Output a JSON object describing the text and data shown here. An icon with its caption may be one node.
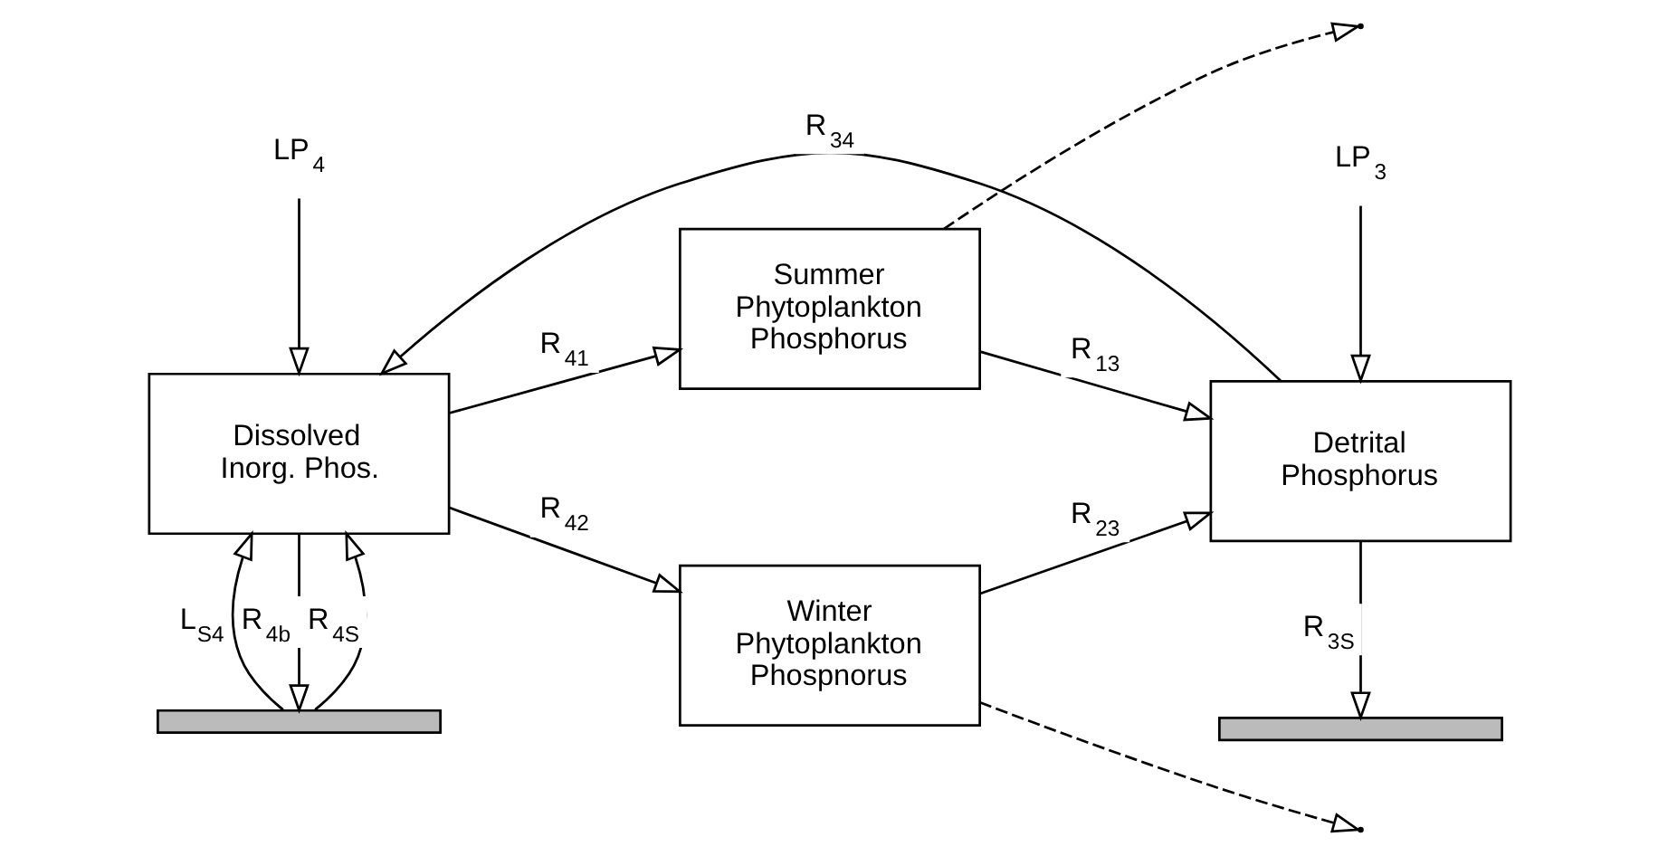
{
  "diagram": {
    "nodes": [
      {
        "text": [
          "LP$_{4}$"
        ]
      },
      {
        "text": [
          "Dissolved Inorg. Phos."
        ]
      },
      {
        "text": [
          "Summer Phytoplankton Phosphorus"
        ]
      },
      {
        "text": [
          "Winter Phytoplankton Phospnorus"
        ]
      },
      {
        "text": [
          "LP$_{3}$"
        ]
      },
      {
        "text": [
          "Detrital Phosphorus"
        ]
      },
      {
        "text": [],
        "shape": "bar"
      },
      {
        "text": [],
        "shape": "bar"
      }
    ],
    "edges": [
      {
        "from": 0,
        "to": 1,
        "arrow": "to"
      },
      {
        "from": 1,
        "to": 2,
        "label": "R$_{41}$",
        "arrow": "to"
      },
      {
        "from": 2,
        "to": null,
        "arrow": "to",
        "style": "dashed"
      },
      {
        "from": 1,
        "to": 3,
        "label": "R$_{42}$",
        "arrow": "to"
      },
      {
        "from": 3,
        "to": null,
        "arrow": "to",
        "style": "dashed"
      },
      {
        "from": 2,
        "to": 5,
        "label": "R$_{13}$",
        "arrow": "to"
      },
      {
        "from": 3,
        "to": 5,
        "label": "R$_{23}$",
        "arrow": "to"
      },
      {
        "from": 4,
        "to": 5,
        "arrow": "to"
      },
      {
        "from": 5,
        "to": 1,
        "label": "R$_{34}$",
        "arrow": "to"
      },
      {
        "from": 5,
        "to": 7,
        "label": "R$_{3S}$",
        "arrow": "to"
      },
      {
        "from": 1,
        "to": 6,
        "label": "R$_{4b}$",
        "arrow": "to"
      },
      {
        "from": 6,
        "to": 1,
        "label": "R$_{4S}$",
        "arrow": "to"
      },
      {
        "from": 6,
        "to": 1,
        "label": "L$_{S4}$",
        "arrow": "to"
      }
    ]
  }
}
